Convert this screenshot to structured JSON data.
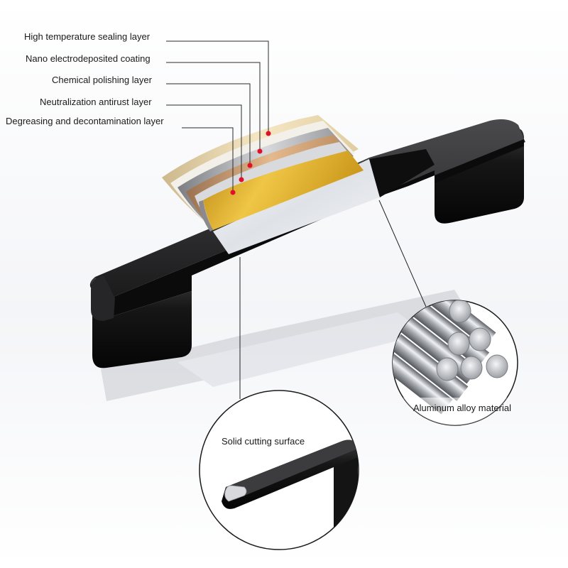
{
  "layers": [
    {
      "label": "High temperature sealing layer"
    },
    {
      "label": "Nano electrodeposited coating"
    },
    {
      "label": "Chemical polishing layer"
    },
    {
      "label": "Neutralization antirust layer"
    },
    {
      "label": "Degreasing and decontamination layer"
    }
  ],
  "callouts": {
    "cutting_surface": "Solid cutting surface",
    "material": "Aluminum alloy material"
  },
  "colors": {
    "handle": "#151515",
    "marker": "#e0102a",
    "gold": "#d9a81e",
    "copper": "#c79a6a",
    "champagne": "#e6d2a6",
    "steel": "#a7a7ab",
    "silver": "#e9ebef"
  }
}
